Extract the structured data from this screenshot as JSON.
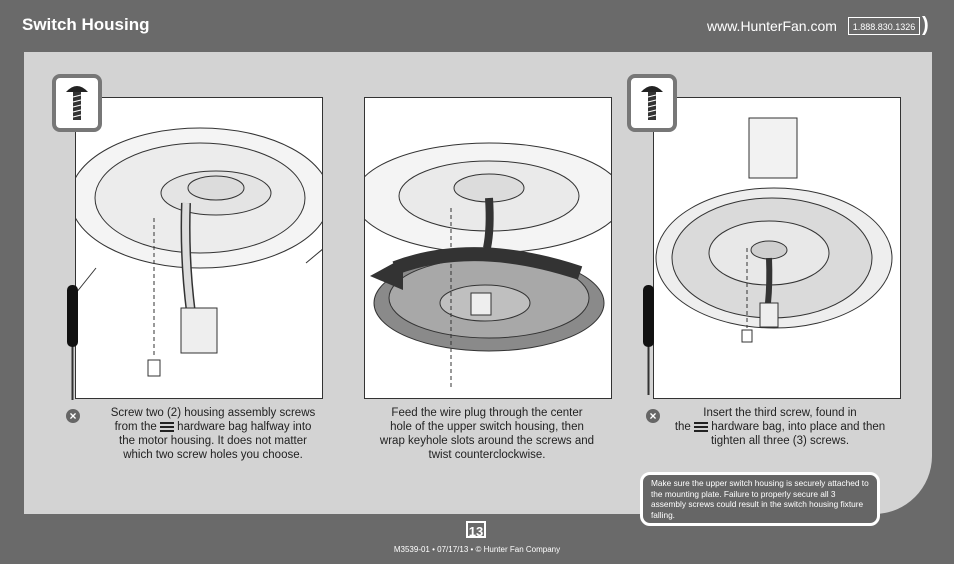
{
  "header": {
    "title": "Switch Housing",
    "website": "www.HunterFan.com",
    "phone": "1.888.830.1326"
  },
  "steps": [
    {
      "screw_badge": true,
      "warning_icon": true,
      "caption_lines": [
        "Screw two (2) housing assembly screws",
        "from the",
        "hardware bag halfway into",
        "the motor housing. It does not matter",
        "which two screw holes you choose."
      ]
    },
    {
      "screw_badge": false,
      "warning_icon": false,
      "caption_lines": [
        "Feed the wire plug through the center",
        "hole of the upper switch housing, then",
        "wrap keyhole slots around the screws and",
        "twist counterclockwise."
      ]
    },
    {
      "screw_badge": true,
      "warning_icon": true,
      "caption_lines": [
        "Insert the third screw, found in",
        "the",
        "hardware bag, into place and then",
        "tighten all three (3) screws."
      ]
    }
  ],
  "warning_box": "Make sure the upper switch housing is securely attached to the mounting plate. Failure to properly secure all 3 assembly screws could result in the switch housing fixture falling.",
  "footer": {
    "page_number": "13",
    "doc_line": "M3539-01 • 07/17/13 • © Hunter Fan Company"
  },
  "colors": {
    "background": "#6a6a6a",
    "panel": "#d3d3d3",
    "badge_border": "#777777"
  }
}
